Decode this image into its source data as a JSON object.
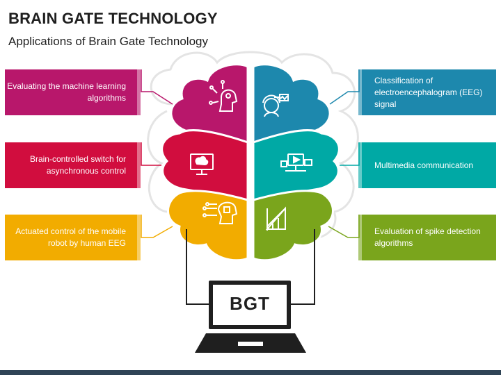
{
  "title": "BRAIN GATE TECHNOLOGY",
  "subtitle": "Applications of Brain Gate Technology",
  "center_label": "BGT",
  "colors": {
    "magenta": "#b8176b",
    "red": "#d10d3e",
    "amber": "#f2ac00",
    "blue": "#1d88ad",
    "teal": "#00a9a5",
    "green": "#7aa51c",
    "footer": "#2f4456"
  },
  "applications": [
    {
      "label": "Evaluating the machine learning algorithms",
      "side": "left",
      "color": "#b8176b",
      "icon": "robot-head-icon"
    },
    {
      "label": "Brain-controlled switch for asynchronous control",
      "side": "left",
      "color": "#d10d3e",
      "icon": "monitor-brain-icon"
    },
    {
      "label": "Actuated control of the mobile robot by human EEG",
      "side": "left",
      "color": "#f2ac00",
      "icon": "chip-head-icon"
    },
    {
      "label": "Classification of electroencephalogram (EEG) signal",
      "side": "right",
      "color": "#1d88ad",
      "icon": "eeg-cap-icon"
    },
    {
      "label": "Multimedia communication",
      "side": "right",
      "color": "#00a9a5",
      "icon": "multimedia-icon"
    },
    {
      "label": "Evaluation of spike detection algorithms",
      "side": "right",
      "color": "#7aa51c",
      "icon": "chart-triangle-icon"
    }
  ]
}
